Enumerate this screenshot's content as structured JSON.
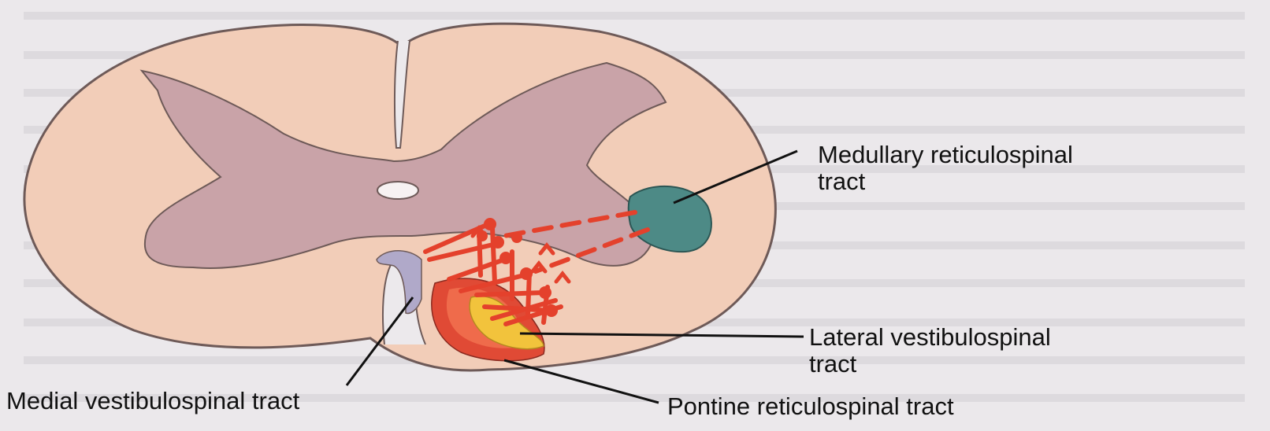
{
  "diagram": {
    "labels": {
      "medullary": [
        "Medullary reticulospinal",
        "tract"
      ],
      "lateral": [
        "Lateral vestibulospinal",
        "tract"
      ],
      "medial": "Medial vestibulospinal tract",
      "pontine": "Pontine reticulospinal tract"
    },
    "colors": {
      "background": "#ece9ec",
      "white_matter": "#f2cdb8",
      "gray_matter": "#c9a3a8",
      "medullary_tract": "#4d8a86",
      "lateral_tract": "#f2c33c",
      "pontine_tract": "#e04a35",
      "medial_tract": "#b0a9c9",
      "fibers": "#e4412c",
      "pointer_lines": "#111111"
    }
  }
}
